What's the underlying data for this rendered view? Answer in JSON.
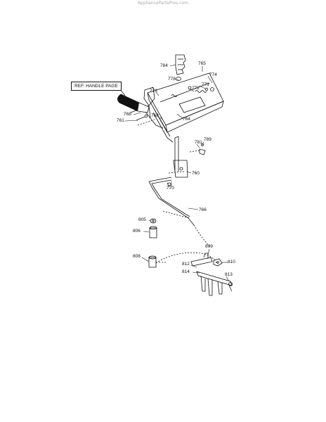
{
  "watermark": "AppliancePartsPros.com",
  "reference_label": "REF. HANDLE PAGE",
  "parts": {
    "p784": "784",
    "p765": "765",
    "p774": "774",
    "p778": "778",
    "p773a": "773",
    "p772": "772",
    "p773b": "773",
    "p768a": "768",
    "p768b": "768",
    "p761": "761",
    "p764": "764",
    "p789": "789",
    "p781": "781",
    "p760": "760",
    "p770": "770",
    "p766": "766",
    "p805": "805",
    "p806": "806",
    "p808": "808",
    "p809": "809",
    "p810": "810",
    "p812": "812",
    "p814": "814",
    "p813": "813"
  }
}
